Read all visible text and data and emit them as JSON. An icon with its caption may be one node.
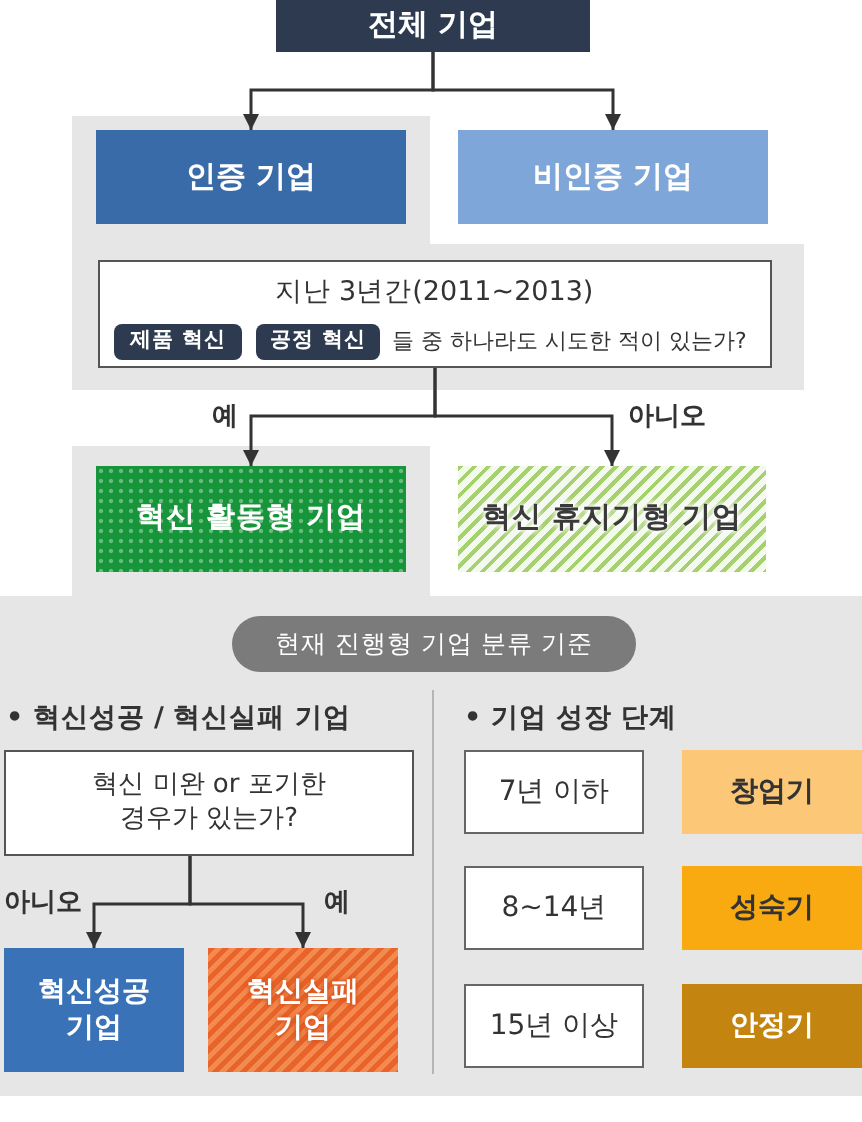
{
  "diagram": {
    "nodes": [
      {
        "text": [
          "전체 기업"
        ]
      },
      {
        "text": [
          "인증 기업"
        ]
      },
      {
        "text": [
          "비인증 기업"
        ]
      },
      {
        "text": [
          "지난 3년간(2011~2013)",
          "들 중 하나라도 시도한 적이 있는가?"
        ]
      },
      {
        "text": [
          "제품 혁신"
        ],
        "in": 3
      },
      {
        "text": [
          "공정 혁신"
        ],
        "in": 3
      },
      {
        "text": [
          "혁신 활동형 기업"
        ]
      },
      {
        "text": [
          "혁신 휴지기형 기업"
        ]
      },
      {
        "text": [],
        "shape": "box"
      },
      {
        "text": [
          "현재 진행형 기업 분류 기준"
        ],
        "in": 8
      },
      {
        "text": [
          "혁신 미완 or 포기한 경우가 있는가?"
        ],
        "in": 8
      },
      {
        "text": [
          "혁신성공 기업"
        ],
        "in": 8
      },
      {
        "text": [
          "혁신실패 기업"
        ],
        "in": 8
      },
      {
        "text": [
          "7년 이하"
        ],
        "in": 8
      },
      {
        "text": [
          "창업기"
        ],
        "in": 8
      },
      {
        "text": [
          "8~14년"
        ],
        "in": 8
      },
      {
        "text": [
          "성숙기"
        ],
        "in": 8
      },
      {
        "text": [
          "15년 이상"
        ],
        "in": 8
      },
      {
        "text": [
          "안정기"
        ],
        "in": 8
      }
    ],
    "edges": [
      {
        "from": 0,
        "to": 1,
        "arrow": "to"
      },
      {
        "from": 0,
        "to": 2,
        "arrow": "to"
      },
      {
        "from": 3,
        "to": 6,
        "arrow": "to",
        "label": "예"
      },
      {
        "from": 3,
        "to": 7,
        "arrow": "to",
        "label": "아니오"
      },
      {
        "from": 10,
        "to": 11,
        "arrow": "to",
        "label": "아니오"
      },
      {
        "from": 10,
        "to": 12,
        "arrow": "to",
        "label": "예"
      }
    ],
    "labels": [
      "• 혁신성공 / 혁신실패 기업",
      "• 기업 성장 단계"
    ]
  }
}
